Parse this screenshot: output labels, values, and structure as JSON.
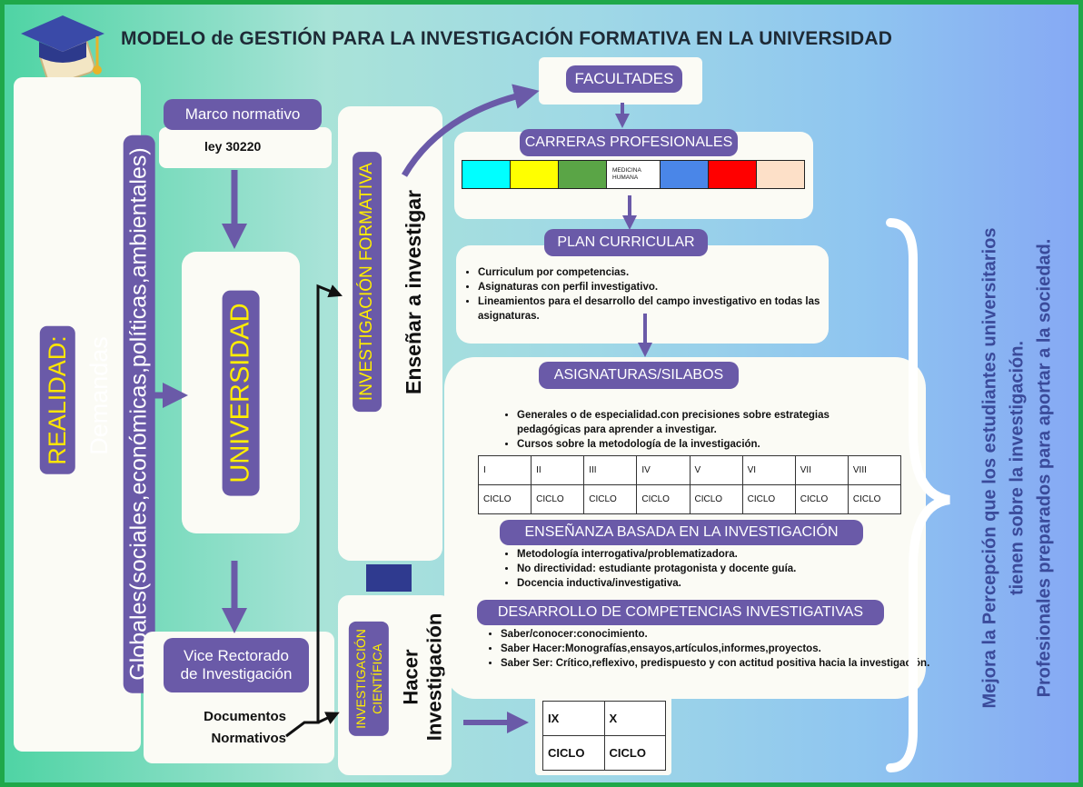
{
  "title": "MODELO de GESTIÓN PARA LA INVESTIGACIÓN FORMATIVA EN LA   UNIVERSIDAD",
  "realidad": {
    "label": "REALIDAD:",
    "demandas": "Demandas",
    "globales": "Globales(sociales,económicas,políticas,ambientales)"
  },
  "marco": {
    "label": "Marco normativo",
    "ley": "ley 30220"
  },
  "universidad": "UNIVERSIDAD",
  "vicerrectorado": {
    "line1": "Vice Rectorado",
    "line2": "de Investigación"
  },
  "documentos": {
    "line1": "Documentos",
    "line2": "Normativos"
  },
  "investigacion_formativa": "INVESTIGACIÓN FORMATIVA",
  "ensenar": "Enseñar a investigar",
  "investigacion_cientifica": {
    "line1": "INVESTIGACIÓN",
    "line2": "CIENTÍFICA"
  },
  "hacer": {
    "line1": "Hacer",
    "line2": "Investigación"
  },
  "facultades": "FACULTADES",
  "carreras": {
    "label": "CARRERAS PROFESIONALES",
    "medicina": "MEDICINA HUMANA",
    "colors": [
      "#00ffff",
      "#ffff00",
      "#5aa546",
      "#ffffff",
      "#4a86e8",
      "#ff0000",
      "#fde0c8"
    ]
  },
  "plan": {
    "label": "PLAN CURRICULAR",
    "items": [
      "Curriculum por competencias.",
      "Asignaturas con perfil investigativo.",
      "Lineamientos para el desarrollo del campo investigativo en todas las asignaturas."
    ]
  },
  "asignaturas": {
    "label": "ASIGNATURAS/SILABOS",
    "items": [
      "Generales o de especialidad.con precisiones sobre estrategias pedagógicas para aprender a investigar.",
      "Cursos sobre la metodología de la investigación."
    ]
  },
  "ciclos": {
    "numerals": [
      "I",
      "II",
      "III",
      "IV",
      "V",
      "VI",
      "VII",
      "VIII"
    ],
    "word": "CICLO",
    "extra_numerals": [
      "IX",
      "X"
    ]
  },
  "ensenanza": {
    "label": "ENSEÑANZA BASADA EN  LA INVESTIGACIÓN",
    "items": [
      "Metodología interrogativa/problematizadora.",
      "No directividad: estudiante protagonista y docente guía.",
      "Docencia inductiva/investigativa."
    ]
  },
  "desarrollo": {
    "label": "DESARROLLO DE COMPETENCIAS INVESTIGATIVAS",
    "items": [
      "Saber/conocer:conocimiento.",
      "Saber Hacer:Monografías,ensayos,artículos,informes,proyectos.",
      "Saber Ser: Crítico,reflexivo, predispuesto y con actitud positiva hacia la investigación."
    ]
  },
  "resultado": {
    "line1": "Mejora la Percepción que los estudiantes universitarios",
    "line2": "tienen  sobre la investigación.",
    "line3": "Profesionales preparados para aportar a la sociedad."
  }
}
